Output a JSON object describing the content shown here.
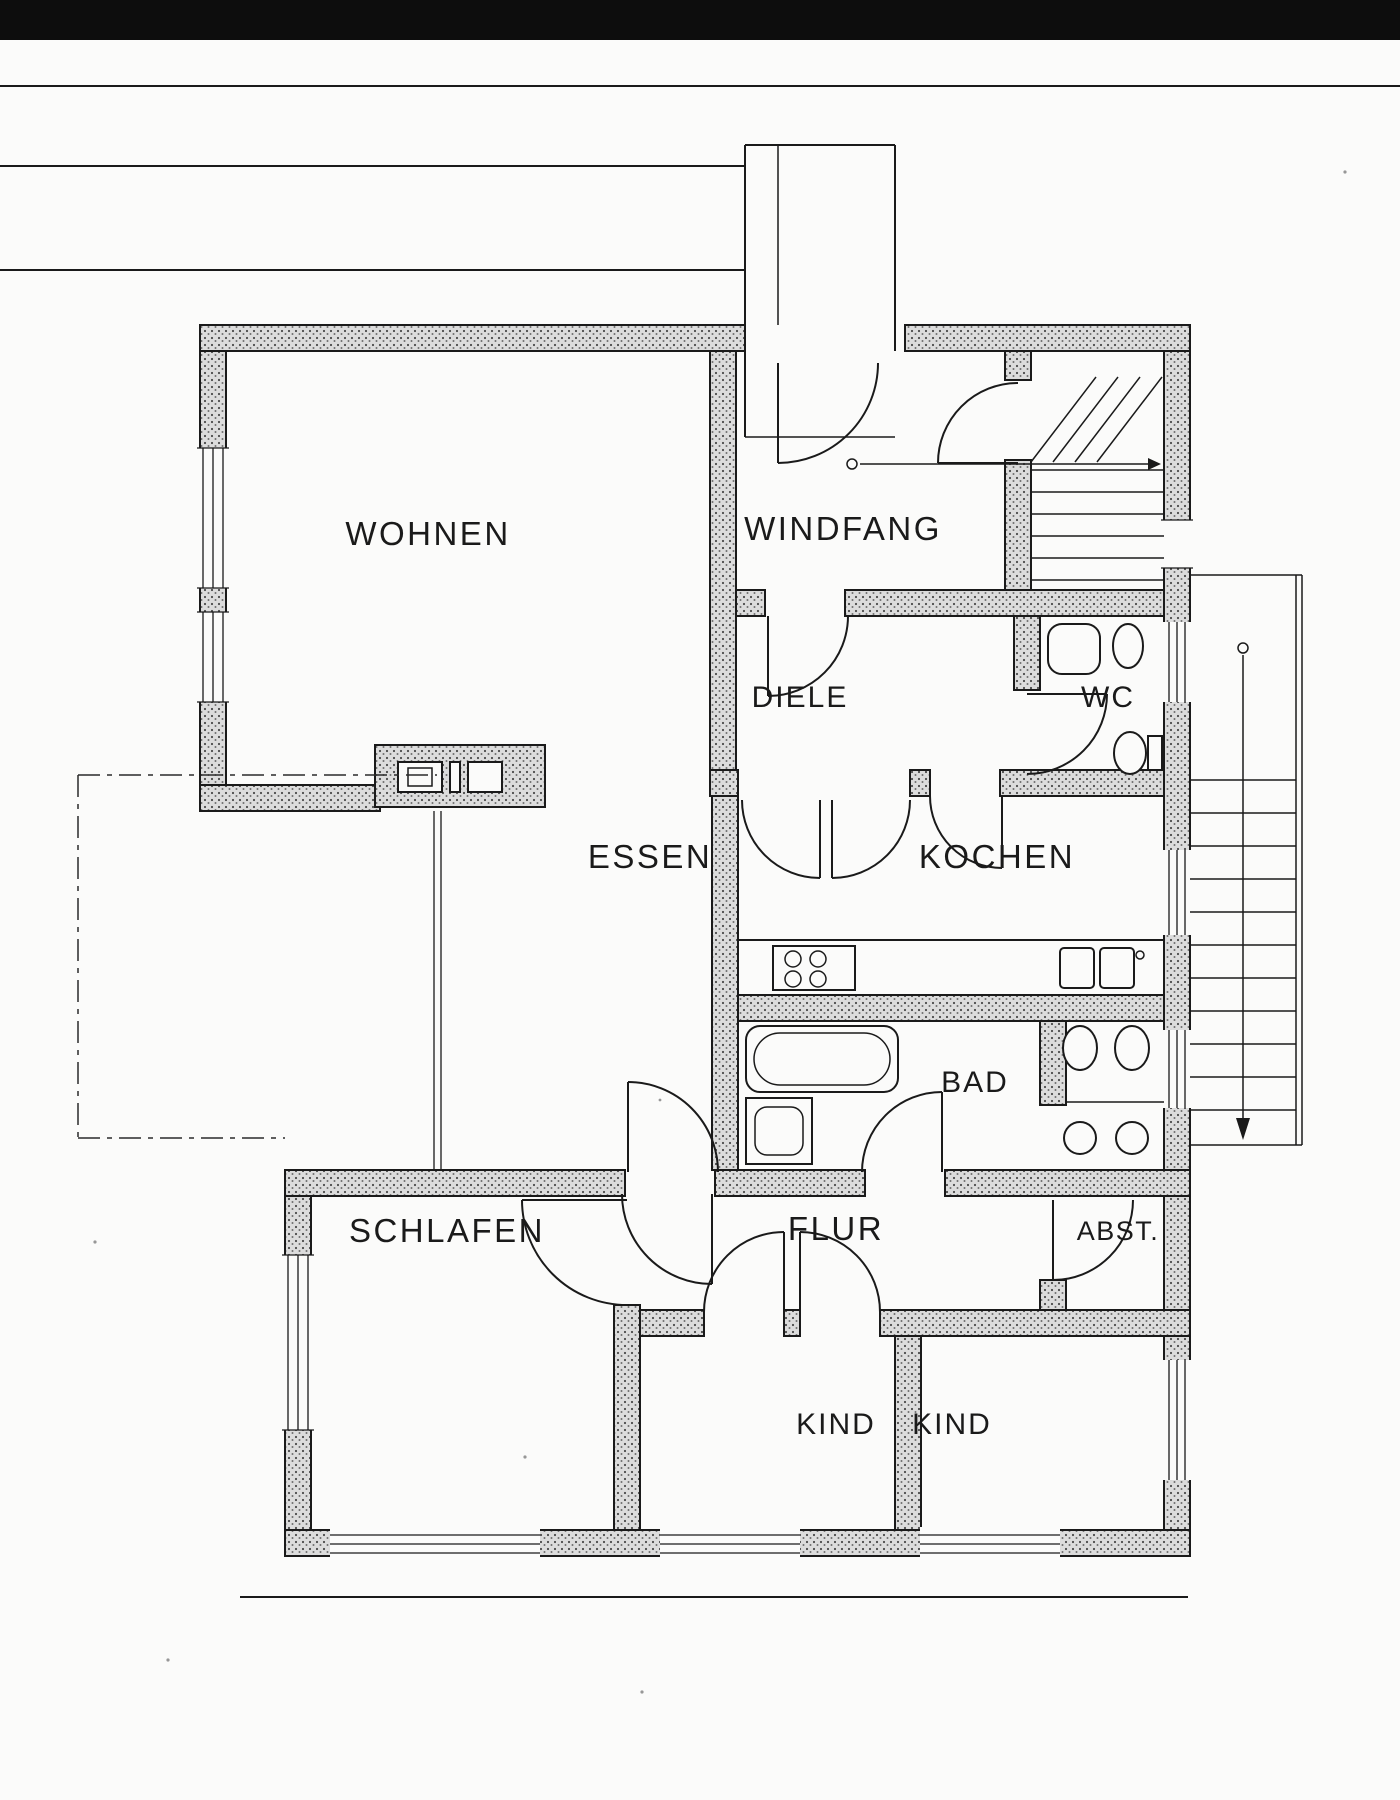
{
  "document_kind": "scanned architectural floor plan",
  "rooms": [
    {
      "name": "wohnen",
      "label": "WOHNEN"
    },
    {
      "name": "windfang",
      "label": "WINDFANG"
    },
    {
      "name": "diele",
      "label": "DIELE"
    },
    {
      "name": "wc",
      "label": "WC"
    },
    {
      "name": "essen",
      "label": "ESSEN"
    },
    {
      "name": "kochen",
      "label": "KOCHEN"
    },
    {
      "name": "bad",
      "label": "BAD"
    },
    {
      "name": "schlafen",
      "label": "SCHLAFEN"
    },
    {
      "name": "flur",
      "label": "FLUR"
    },
    {
      "name": "abstellraum",
      "label": "ABST."
    },
    {
      "name": "kind_1",
      "label": "KIND"
    },
    {
      "name": "kind_2",
      "label": "KIND"
    }
  ],
  "fixtures": [
    "stove-icon",
    "kitchen-sink-icon",
    "bathtub-icon",
    "shower-icon",
    "washbasin-icon",
    "toilet-icon",
    "interior-stairs-icon",
    "exterior-stairs-icon",
    "chimney-icon",
    "sideboard-icon"
  ],
  "colors": {
    "ink": "#1a1a1a",
    "paper": "#fbfbfa",
    "wall_fill": "#dcdcdc",
    "scan_bar": "#0d0d0d"
  }
}
